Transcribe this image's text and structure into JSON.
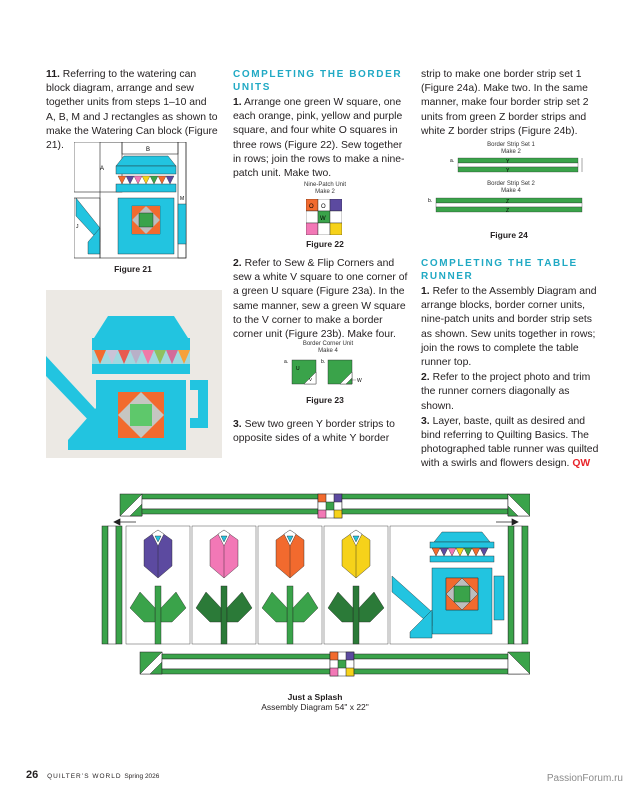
{
  "col1": {
    "step11_num": "11.",
    "step11_text": "Referring to the watering can block diagram, arrange and sew together units from steps 1–10 and A, B, M and J rectangles as shown to make the Watering Can block (Figure 21).",
    "fig21_labels": {
      "a": "A",
      "b": "B",
      "j": "J",
      "m": "M"
    },
    "fig21_caption": "Figure 21"
  },
  "col2": {
    "heading1": "COMPLETING THE BORDER UNITS",
    "step1_num": "1.",
    "step1_text": "Arrange one green W square, one each orange, pink, yellow and purple square, and four white O squares in three rows (Figure 22). Sew together in rows; join the rows to make a nine-patch unit. Make two.",
    "fig22_title": "Nine-Patch Unit",
    "fig22_sub": "Make 2",
    "fig22_caption": "Figure 22",
    "fig22_letters": [
      "O",
      "O",
      "W"
    ],
    "step2_num": "2.",
    "step2_text": "Refer to Sew & Flip Corners and sew a white V square to one corner of a green U square (Figure 23a). In the same manner, sew a green W square to the V corner to make a border corner unit (Figure 23b). Make four.",
    "fig23_title": "Border Corner Unit",
    "fig23_sub": "Make 4",
    "fig23_letters": {
      "a": "a.",
      "b": "b.",
      "u": "U",
      "v": "V",
      "w": "W"
    },
    "fig23_caption": "Figure 23",
    "step3_num": "3.",
    "step3_text": "Sew two green Y border strips to opposite sides of a white Y border"
  },
  "col3": {
    "cont_text": "strip to make one border strip set 1 (Figure 24a). Make two. In the same manner, make four border strip set 2 units from green Z border strips and white Z border strips (Figure 24b).",
    "fig24_set1_title": "Border Strip Set 1",
    "fig24_set1_sub": "Make 2",
    "fig24_set2_title": "Border Strip Set 2",
    "fig24_set2_sub": "Make 4",
    "fig24_letters": {
      "a": "a.",
      "b": "b.",
      "y": "Y",
      "z": "Z"
    },
    "fig24_caption": "Figure 24",
    "heading2": "COMPLETING THE TABLE RUNNER",
    "s1_num": "1.",
    "s1_text": "Refer to the Assembly Diagram and arrange blocks, border corner units, nine-patch units and border strip sets as shown. Sew units together in rows; join the rows to complete the table runner top.",
    "s2_num": "2.",
    "s2_text": "Refer to the project photo and trim the runner corners diagonally as shown.",
    "s3_num": "3.",
    "s3_text": "Layer, baste, quilt as desired and bind referring to Quilting Basics. The photographed table runner was quilted with a swirls and flowers design.",
    "s3_tag": "QW"
  },
  "assembly": {
    "title": "Just a Splash",
    "subtitle": "Assembly Diagram 54\" x 22\""
  },
  "footer": {
    "page": "26",
    "mag": "QUILTER’S WORLD",
    "issue": "Spring 2026",
    "watermark": "PassionForum.ru"
  },
  "colors": {
    "accent": "#20a9c4",
    "green": "#3aa34a",
    "darkgreen": "#2b7a38",
    "cyan": "#22c4e0",
    "orange": "#f26a2e",
    "red": "#e8252b",
    "purple": "#5c4aa0",
    "pink": "#f278b6",
    "yellow": "#f6d21a"
  }
}
